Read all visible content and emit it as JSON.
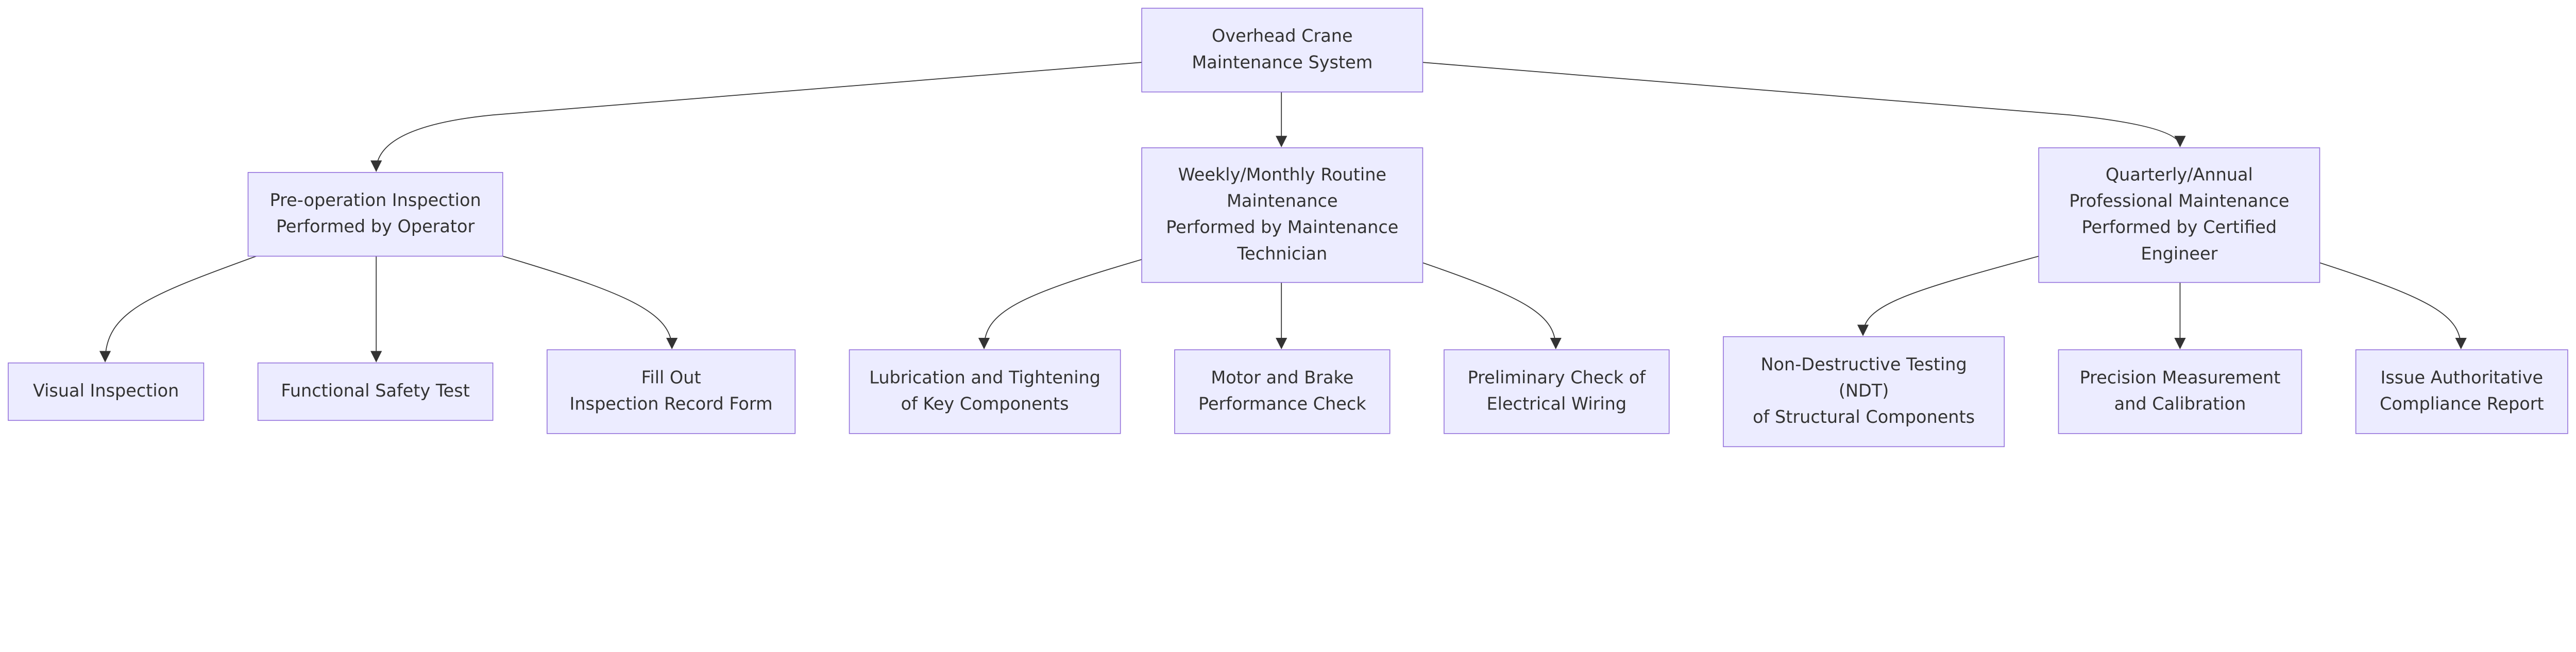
{
  "colors": {
    "node_fill": "#ECECFF",
    "node_border": "#9370DB",
    "edge": "#333333",
    "text": "#333333"
  },
  "root": {
    "lines": [
      "Overhead Crane",
      "Maintenance System"
    ]
  },
  "level1": [
    {
      "lines": [
        "Pre-operation Inspection",
        "Performed by Operator"
      ]
    },
    {
      "lines": [
        "Weekly/Monthly Routine",
        "Maintenance",
        "Performed by Maintenance",
        "Technician"
      ]
    },
    {
      "lines": [
        "Quarterly/Annual",
        "Professional Maintenance",
        "Performed by Certified",
        "Engineer"
      ]
    }
  ],
  "leaves": [
    {
      "lines": [
        "Visual Inspection"
      ]
    },
    {
      "lines": [
        "Functional Safety Test"
      ]
    },
    {
      "lines": [
        "Fill Out",
        "Inspection Record Form"
      ]
    },
    {
      "lines": [
        "Lubrication and Tightening",
        "of Key Components"
      ]
    },
    {
      "lines": [
        "Motor and Brake",
        "Performance Check"
      ]
    },
    {
      "lines": [
        "Preliminary Check of",
        "Electrical Wiring"
      ]
    },
    {
      "lines": [
        "Non-Destructive Testing",
        "(NDT)",
        "of Structural Components"
      ]
    },
    {
      "lines": [
        "Precision Measurement",
        "and Calibration"
      ]
    },
    {
      "lines": [
        "Issue Authoritative",
        "Compliance Report"
      ]
    }
  ]
}
